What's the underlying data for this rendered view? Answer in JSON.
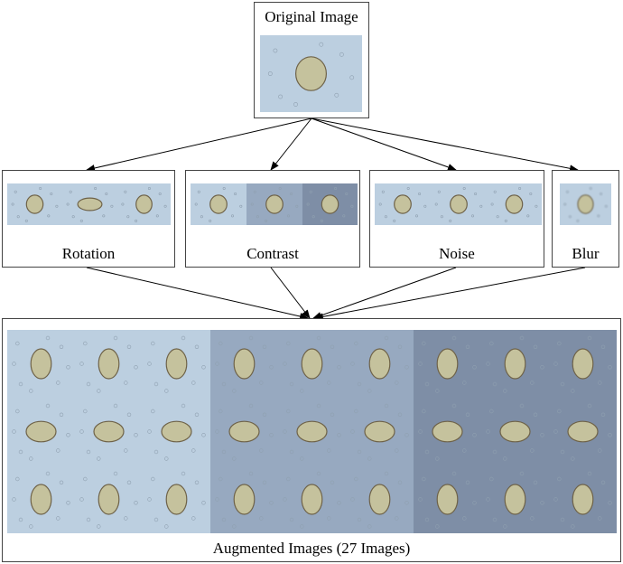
{
  "original": {
    "title": "Original Image"
  },
  "augmentations": [
    {
      "key": "rotation",
      "label": "Rotation"
    },
    {
      "key": "contrast",
      "label": "Contrast"
    },
    {
      "key": "noise",
      "label": "Noise"
    },
    {
      "key": "blur",
      "label": "Blur"
    }
  ],
  "augmented": {
    "title": "Augmented Images (27 Images)"
  },
  "colors": {
    "bg_light": "#bccfe0",
    "bg_mid": "#97a9c0",
    "bg_dark": "#7e8ea6",
    "egg_fill": "#c5c29d",
    "egg_stroke": "#6e6248"
  }
}
